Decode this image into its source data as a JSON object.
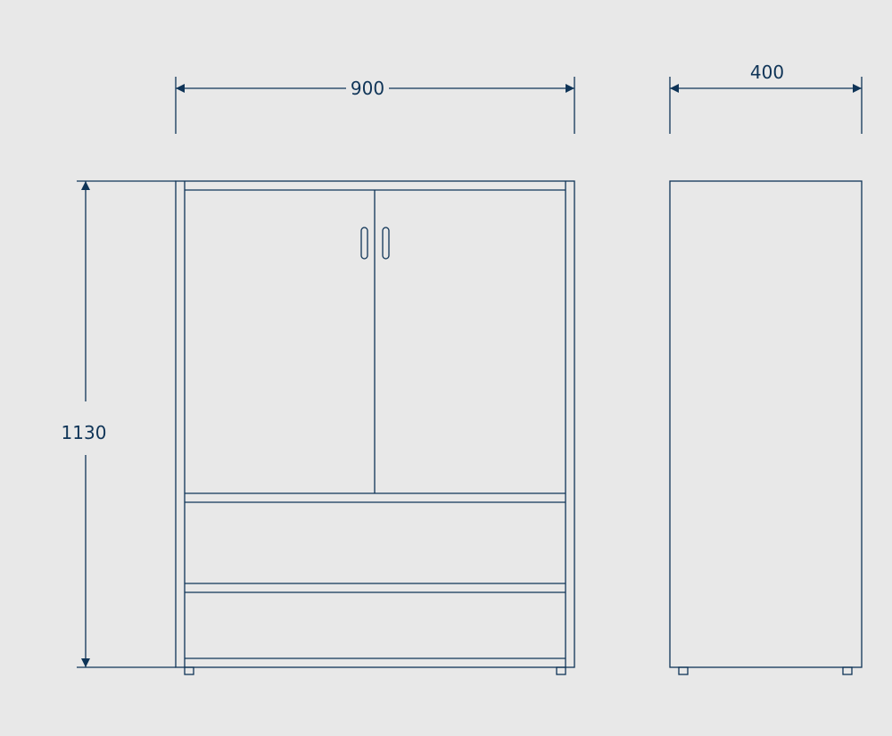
{
  "colors": {
    "background": "#e8e8e8",
    "line": "#0f3457"
  },
  "dimensions": {
    "width": "900",
    "depth": "400",
    "height": "1130"
  }
}
